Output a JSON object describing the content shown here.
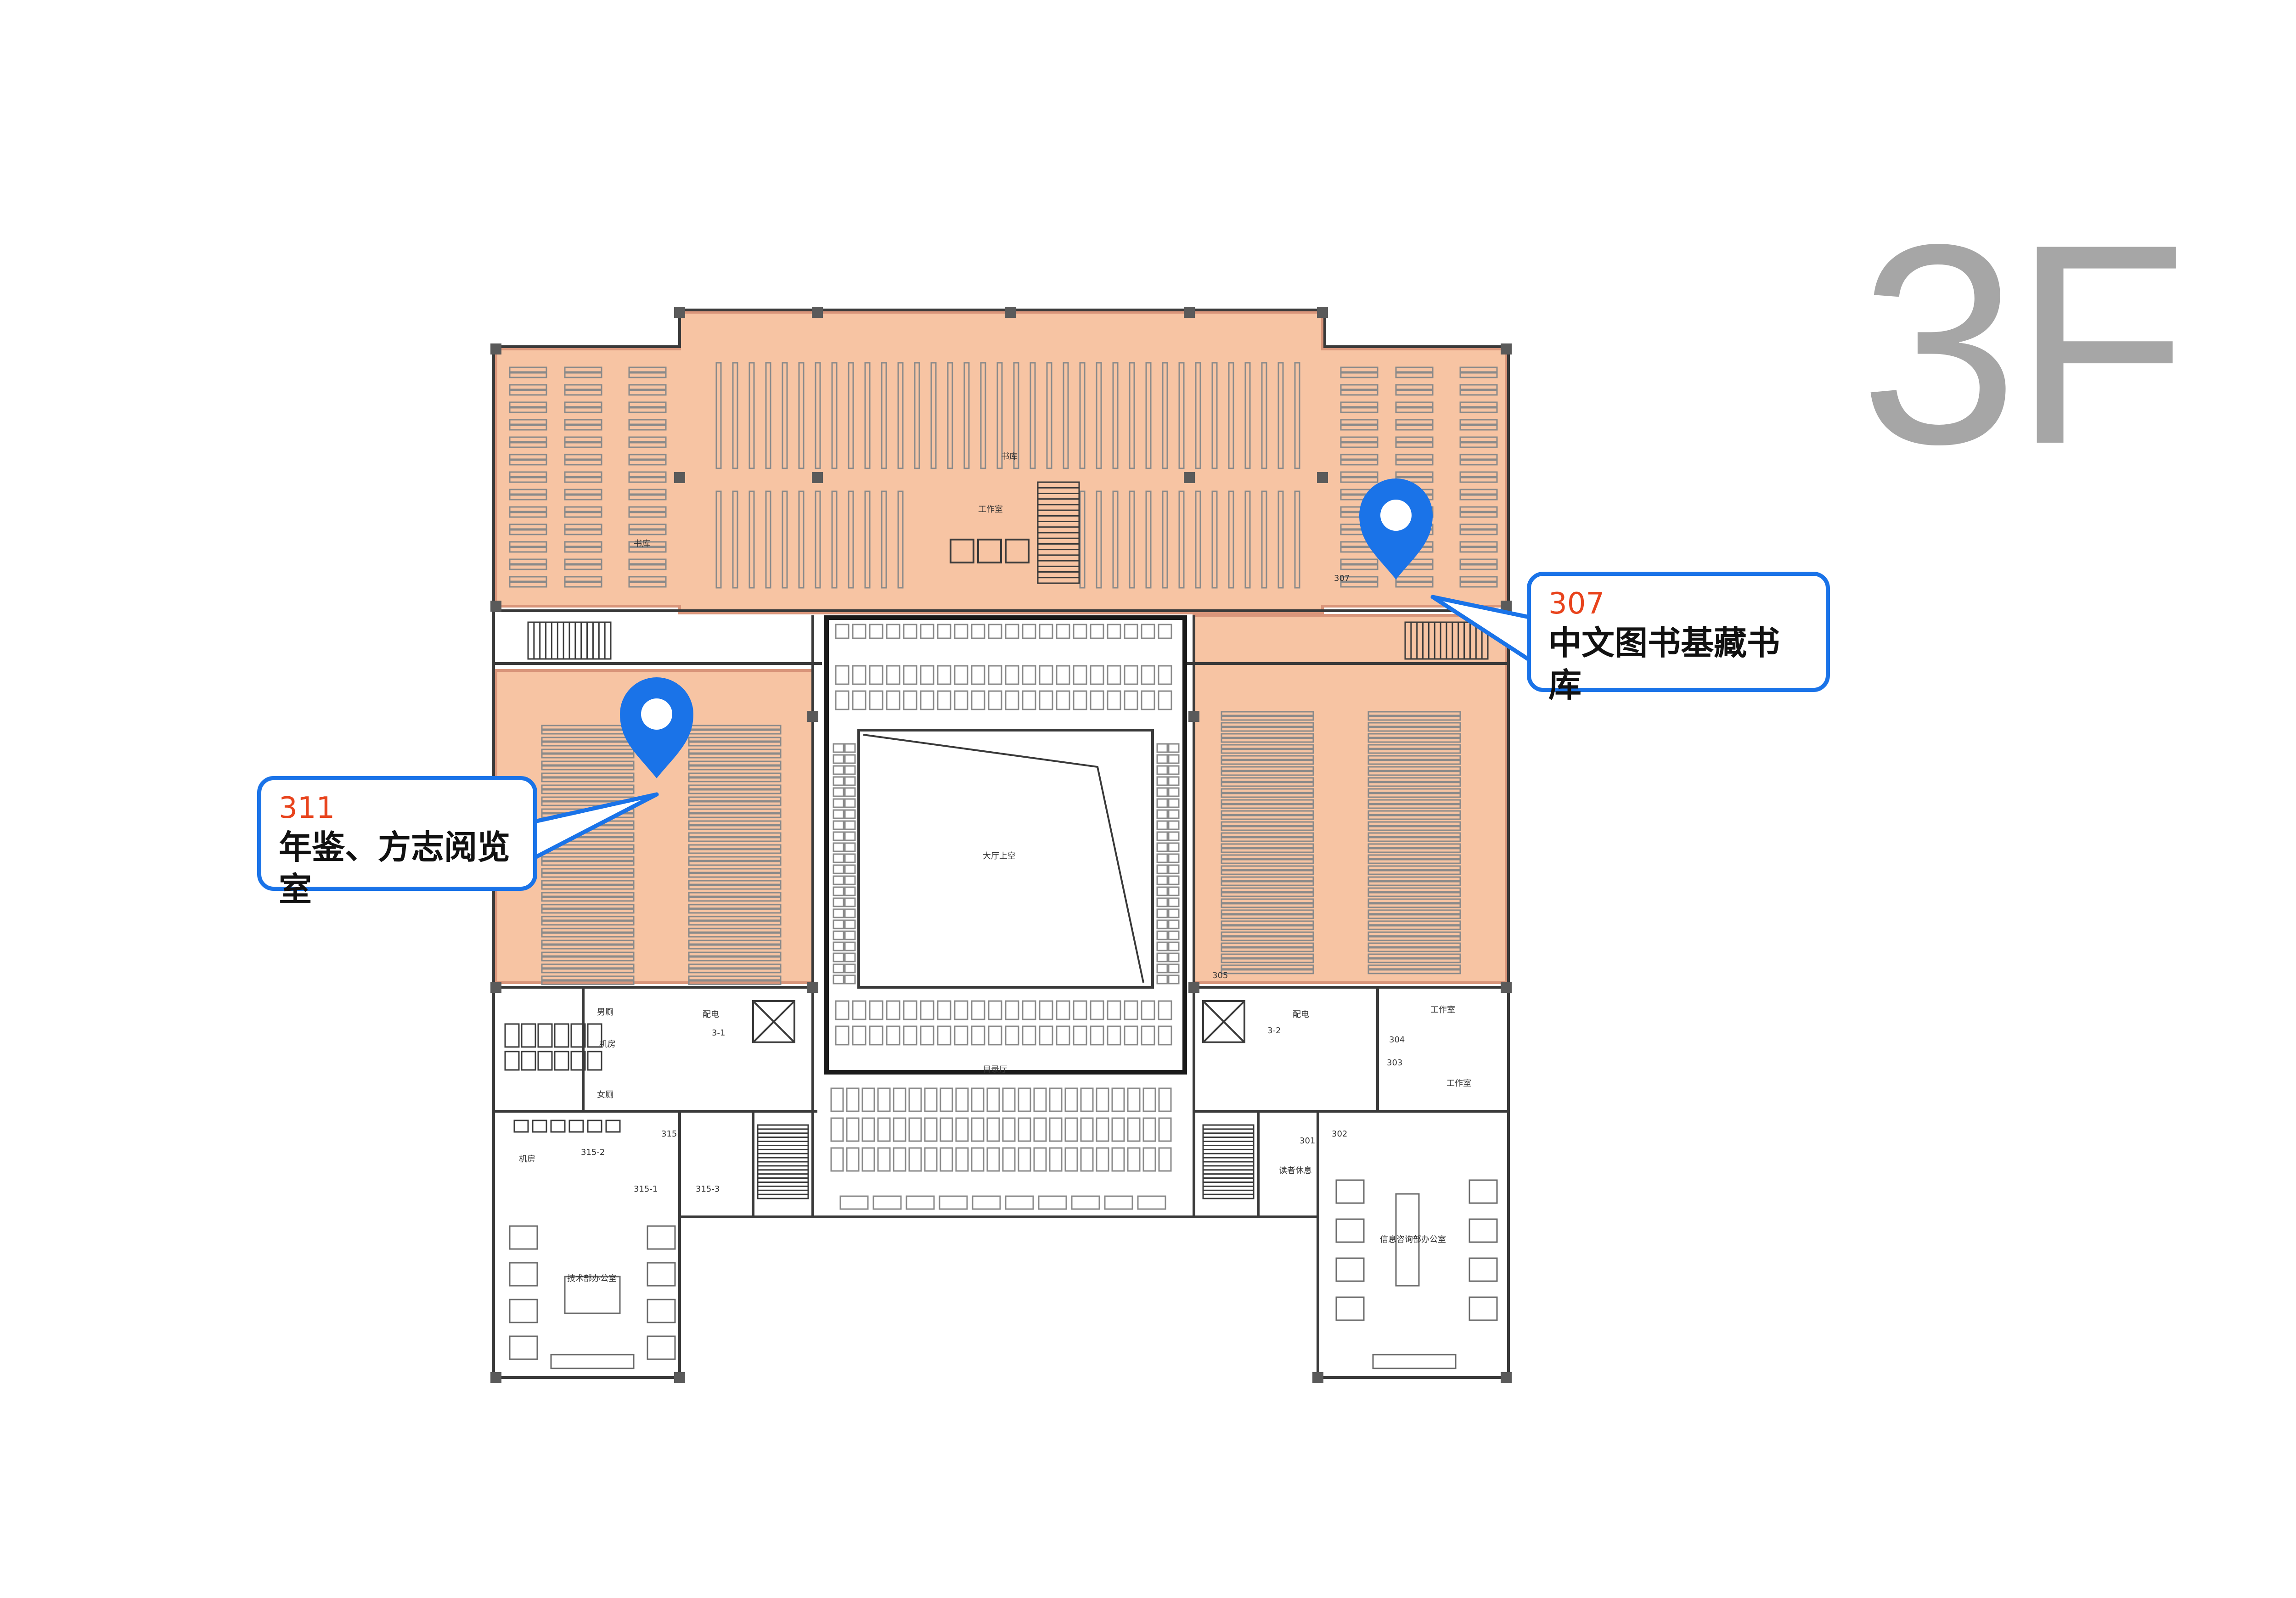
{
  "floor": "3F",
  "callouts": [
    {
      "id": "311",
      "number": "311",
      "name": "年鉴、方志阅览室"
    },
    {
      "id": "307",
      "number": "307",
      "name": "中文图书基藏书库"
    }
  ],
  "plan_labels": {
    "hall": "大厅上空",
    "catalog": "目录厅",
    "stack": "书库",
    "office_top": "工作室",
    "men_toilet": "男厕",
    "women_toilet": "女厕",
    "machine_room": "机房",
    "machine_room2": "机房",
    "power_left": "配电",
    "power_right": "配电",
    "stair_left": "3-1",
    "stair_right": "3-2",
    "tech_office": "技术部办公室",
    "reader_rest": "读者休息",
    "info_office": "信息咨询部办公室",
    "work_r1": "工作室",
    "work_r2": "工作室",
    "r301": "301",
    "r302": "302",
    "r303": "303",
    "r304": "304",
    "r305": "305",
    "r307": "307",
    "r311": "311",
    "r315": "315",
    "r315_1": "315-1",
    "r315_2": "315-2",
    "r315_3": "315-3"
  },
  "colors": {
    "highlight": "#f7c4a3",
    "highlight_stroke": "#d9957a",
    "pin": "#1a73e8",
    "wall": "#3a3a3a",
    "furniture": "#8a8a8a",
    "callout_number": "#e8431c",
    "floor_label": "#a6a6a6"
  },
  "icons": [
    "location-pin-icon"
  ]
}
